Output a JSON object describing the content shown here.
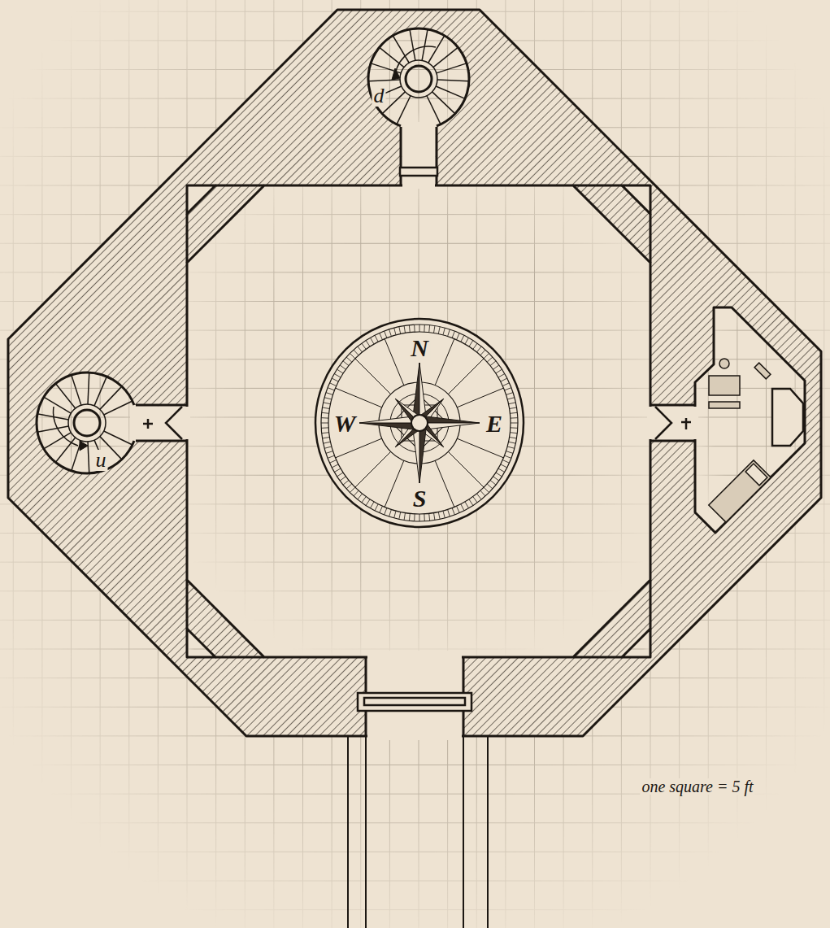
{
  "diagram": {
    "labels": [
      "N",
      "W",
      "E",
      "S",
      "u",
      "d",
      "one square = 5 ft"
    ]
  }
}
